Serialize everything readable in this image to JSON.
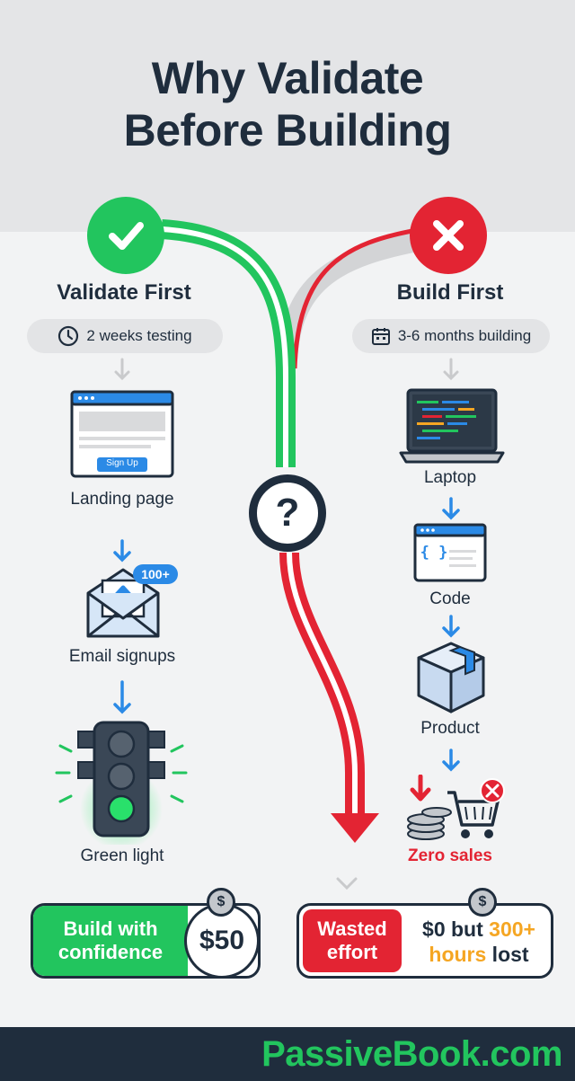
{
  "title_line1": "Why Validate",
  "title_line2": "Before Building",
  "left": {
    "title": "Validate First",
    "badge_icon": "check-icon",
    "duration": "2 weeks testing",
    "duration_icon": "clock-icon",
    "landing_button": "Sign Up",
    "steps": [
      "Landing page",
      "Email signups",
      "Green light"
    ],
    "email_count": "100+",
    "result_text_line1": "Build with",
    "result_text_line2": "confidence",
    "result_cost": "$50",
    "result_badge": "$"
  },
  "right": {
    "title": "Build First",
    "badge_icon": "x-icon",
    "duration": "3-6 months building",
    "duration_icon": "calendar-icon",
    "steps": [
      "Laptop",
      "Code",
      "Product",
      "Zero sales"
    ],
    "code_glyph": "{ }",
    "result_text_line1": "Wasted",
    "result_text_line2": "effort",
    "result_cost_line1a": "$0 but ",
    "result_cost_line1b": "300+",
    "result_cost_line2a": "hours",
    "result_cost_line2b": " lost",
    "result_badge": "$"
  },
  "center_question": "?",
  "footer_brand": "PassiveBook.com",
  "colors": {
    "green": "#22c55e",
    "red": "#e32433",
    "navy": "#1f2d3d",
    "blue": "#2b8ae6",
    "orange": "#f5a623"
  }
}
